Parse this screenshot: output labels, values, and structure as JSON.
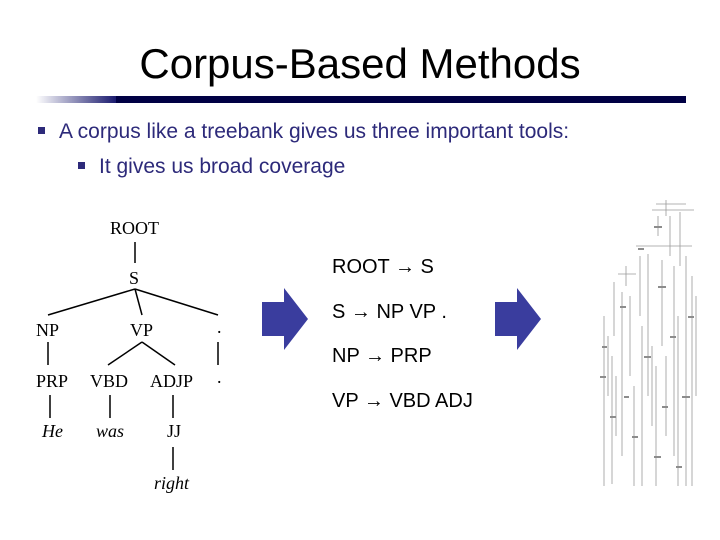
{
  "slide": {
    "title": "Corpus-Based Methods",
    "bullets": [
      "A corpus like a treebank gives us three important tools:",
      "It gives us broad coverage"
    ]
  },
  "tree": {
    "root": "ROOT",
    "s": "S",
    "np": "NP",
    "vp": "VP",
    "punct": ".",
    "prp": "PRP",
    "vbd": "VBD",
    "adjp": "ADJP",
    "punct2": ".",
    "he": "He",
    "was": "was",
    "jj": "JJ",
    "right": "right"
  },
  "rules": [
    {
      "lhs": "ROOT",
      "arrow": "→",
      "rhs": "S"
    },
    {
      "lhs": "S",
      "arrow": "→",
      "rhs": "NP VP ."
    },
    {
      "lhs": "NP",
      "arrow": "→",
      "rhs": "PRP"
    },
    {
      "lhs": "VP",
      "arrow": "→",
      "rhs": "VBD ADJ"
    }
  ],
  "colors": {
    "bullet_text": "#2d2a7a",
    "arrow_fill": "#3a3d9e",
    "title_rule": "#000044"
  },
  "icons": [
    "bullet-square-icon",
    "right-arrow-icon",
    "treebank-thumbnail-icon"
  ]
}
